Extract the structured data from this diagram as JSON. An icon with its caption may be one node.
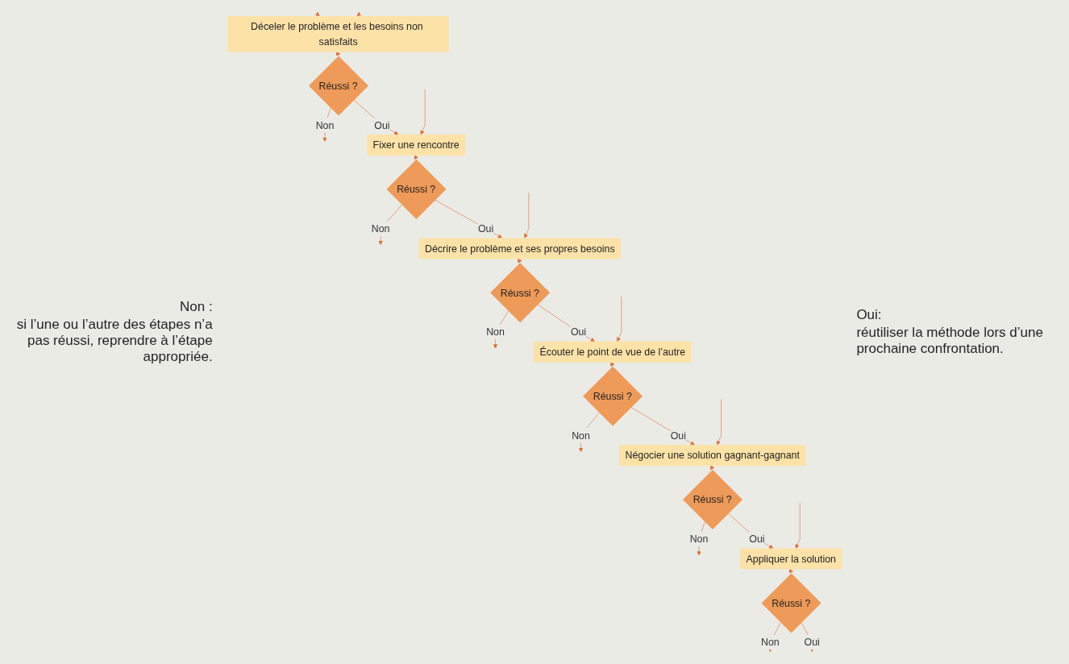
{
  "diagram": {
    "nodes": [
      {
        "text": [
          "Déceler le problème et les besoins non satisfaits"
        ]
      },
      {
        "text": [
          "Réussi ?"
        ]
      },
      {
        "text": [
          "Fixer une rencontre"
        ]
      },
      {
        "text": [
          "Réussi ?"
        ]
      },
      {
        "text": [
          "Décrire le problème et ses propres besoins"
        ]
      },
      {
        "text": [
          "Réussi ?"
        ]
      },
      {
        "text": [
          "Écouter le point de vue de l’autre"
        ]
      },
      {
        "text": [
          "Réussi ?"
        ]
      },
      {
        "text": [
          "Négocier une solution gagnant-gagnant"
        ]
      },
      {
        "text": [
          "Réussi ?"
        ]
      },
      {
        "text": [
          "Appliquer la solution"
        ]
      },
      {
        "text": [
          "Réussi ?"
        ]
      }
    ],
    "edges": [
      {
        "from": 0,
        "to": 1,
        "arrow": "to"
      },
      {
        "from": 1,
        "to": null,
        "arrow": "to",
        "label": "Non"
      },
      {
        "from": 1,
        "to": 2,
        "arrow": "to",
        "label": "Oui"
      },
      {
        "from": null,
        "to": 0,
        "arrow": "to"
      },
      {
        "from": 2,
        "to": 3,
        "arrow": "to"
      },
      {
        "from": 3,
        "to": null,
        "arrow": "to",
        "label": "Non"
      },
      {
        "from": 3,
        "to": 4,
        "arrow": "to",
        "label": "Oui"
      },
      {
        "from": null,
        "to": 2,
        "arrow": "to"
      },
      {
        "from": 4,
        "to": 5,
        "arrow": "to"
      },
      {
        "from": 5,
        "to": null,
        "arrow": "to",
        "label": "Non"
      },
      {
        "from": 5,
        "to": 6,
        "arrow": "to",
        "label": "Oui"
      },
      {
        "from": null,
        "to": 4,
        "arrow": "to"
      },
      {
        "from": 6,
        "to": 7,
        "arrow": "to"
      },
      {
        "from": 7,
        "to": null,
        "arrow": "to",
        "label": "Non"
      },
      {
        "from": 7,
        "to": 8,
        "arrow": "to",
        "label": "Oui"
      },
      {
        "from": null,
        "to": 6,
        "arrow": "to"
      },
      {
        "from": 8,
        "to": 9,
        "arrow": "to"
      },
      {
        "from": 9,
        "to": null,
        "arrow": "to",
        "label": "Non"
      },
      {
        "from": 9,
        "to": 10,
        "arrow": "to",
        "label": "Oui"
      },
      {
        "from": null,
        "to": 8,
        "arrow": "to"
      },
      {
        "from": 10,
        "to": 11,
        "arrow": "to"
      },
      {
        "from": 11,
        "to": null,
        "arrow": "to",
        "label": "Non"
      },
      {
        "from": null,
        "to": 10,
        "arrow": "to"
      },
      {
        "from": 11,
        "to": null,
        "arrow": "to",
        "label": "Oui"
      },
      {
        "from": null,
        "to": 0,
        "arrow": "to"
      }
    ],
    "labels": [
      "Non :",
      "si l’une ou l’autre des étapes n’a pas réussi, reprendre à l’étape appropriée.",
      "Oui:",
      "réutiliser la méthode lors d’une prochaine confrontation."
    ]
  }
}
